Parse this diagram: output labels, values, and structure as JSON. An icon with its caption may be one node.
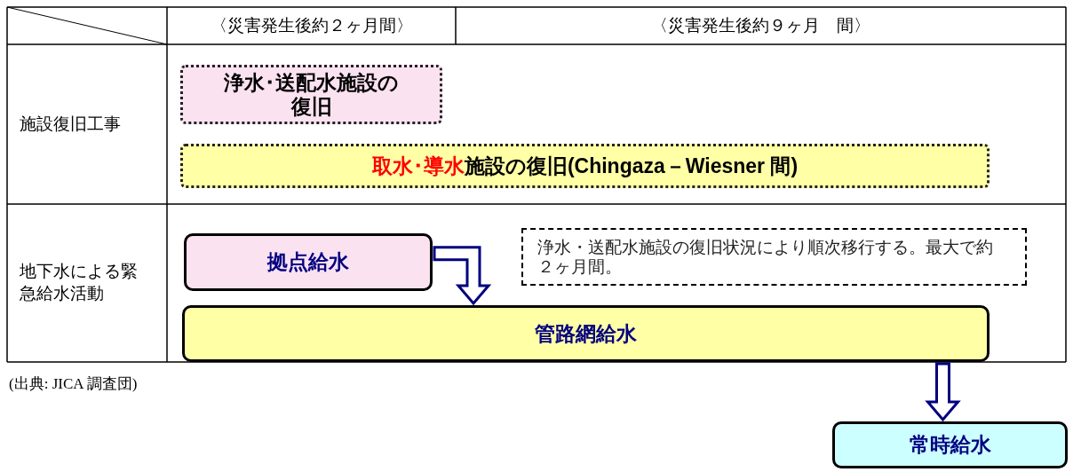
{
  "diagram": {
    "nodes": [
      {
        "text": [
          "浄水･送配水施設の復旧"
        ]
      },
      {
        "text": [
          "取水･導水",
          "施設の復旧(Chingaza－Wiesner 間)"
        ]
      },
      {
        "text": [
          "拠点給水"
        ]
      },
      {
        "text": [
          "浄水・送配水施設の復旧状況により順次移行する。最大で約２ヶ月間。"
        ]
      },
      {
        "text": [
          "管路網給水"
        ]
      },
      {
        "text": [
          "常時給水"
        ]
      }
    ],
    "edges": [
      {
        "from": 2,
        "to": 4,
        "arrow": "to"
      },
      {
        "from": 4,
        "to": 5,
        "arrow": "to"
      }
    ],
    "labels": [
      "〈災害発生後約２ヶ月間〉",
      "〈災害発生後約９ヶ月　間〉",
      "施設復旧工事",
      "地下水による緊急給水活動",
      "(出典: JICA 調査団)"
    ]
  }
}
